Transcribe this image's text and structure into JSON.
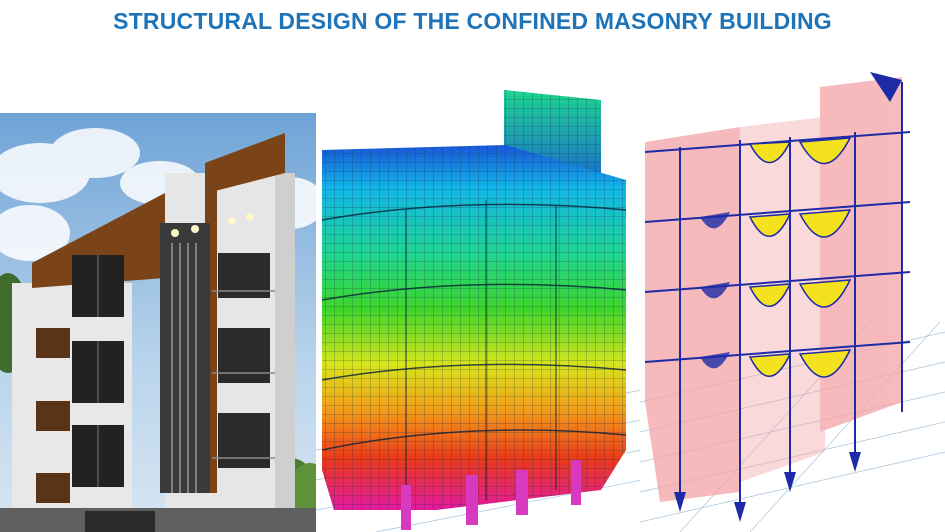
{
  "slide": {
    "title": "STRUCTURAL DESIGN OF THE CONFINED MASONRY BUILDING"
  },
  "images": [
    {
      "kind": "architectural-rendering",
      "icon": "building-photo"
    },
    {
      "kind": "stress-contour-model",
      "icon": "fem-model"
    },
    {
      "kind": "frame-force-diagram",
      "icon": "frame-diagram"
    }
  ],
  "colors": {
    "title": "#1f73b7",
    "facade_brown": "#7a4318",
    "facade_white": "#e9e9e9",
    "contour_red": "#e32a1a",
    "contour_green": "#2ed12b",
    "contour_blue": "#1a56d8",
    "wall_pink": "#f4a3a8",
    "member_blue": "#1d2ba6",
    "diagram_yellow": "#f5e21e"
  }
}
